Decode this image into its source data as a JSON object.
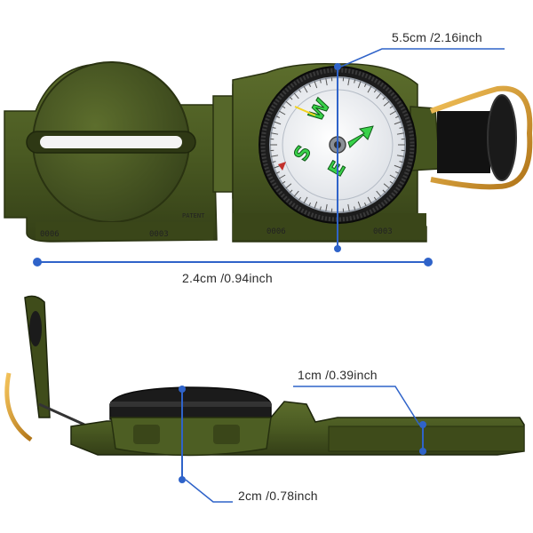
{
  "measurements": {
    "compass_diameter": "5.5cm /2.16inch",
    "total_length": "2.4cm /0.94inch",
    "height": "1cm /0.39inch",
    "thickness": "2cm /0.78inch"
  },
  "dial": {
    "cardinals": [
      "E",
      "S",
      "W"
    ]
  },
  "colors": {
    "body": "#4a5a22",
    "body_dark": "#2f3a14",
    "measure_line": "#2f63c9",
    "brass": "#d89a2e",
    "luminous": "#39d24a"
  }
}
